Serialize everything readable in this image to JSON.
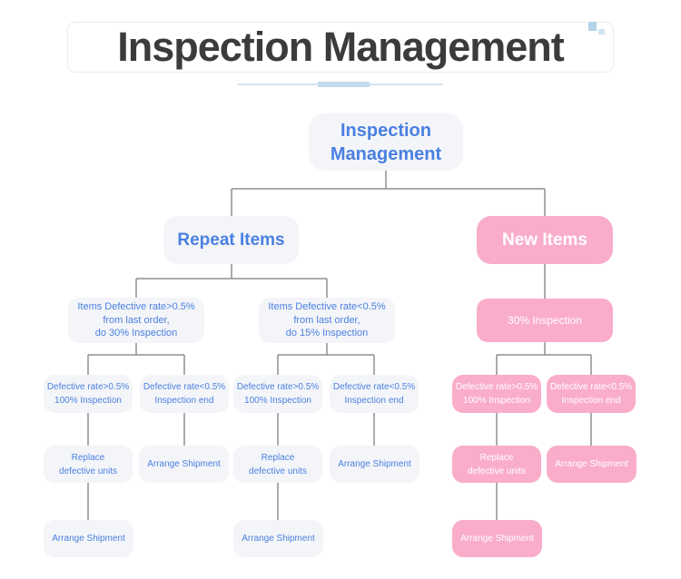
{
  "header": {
    "title": "Inspection Management"
  },
  "colors": {
    "accent_blue": "#4a80e1",
    "pink": "#f9adca",
    "node_bg": "#f4f5f8",
    "connector": "#8f8f8f",
    "title_color": "#3b3b3b",
    "underline_blue": "#c2dbed"
  },
  "tree": {
    "root": {
      "label": "Inspection\nManagement"
    },
    "repeat_items": {
      "label": "Repeat Items",
      "high_rate_branch": {
        "condition": "Items Defective rate>0.5%\nfrom last order,\ndo 30% Inspection",
        "defect_high": "Defective rate>0.5%\n100% Inspection",
        "defect_low": "Defective rate<0.5%\nInspection end",
        "replace": "Replace\ndefective units",
        "arrange_shipment": "Arrange Shipment",
        "arrange_shipment_final": "Arrange Shipment"
      },
      "low_rate_branch": {
        "condition": "Items Defective rate<0.5%\nfrom last order,\ndo 15% Inspection",
        "defect_high": "Defective rate>0.5%\n100% Inspection",
        "defect_low": "Defective rate<0.5%\nInspection end",
        "replace": "Replace\ndefective units",
        "arrange_shipment": "Arrange Shipment",
        "arrange_shipment_final": "Arrange Shipment"
      }
    },
    "new_items": {
      "label": "New Items",
      "inspection": "30% Inspection",
      "defect_high": "Defective rate>0.5%\n100% Inspection",
      "defect_low": "Defective rate<0.5%\nInspection end",
      "replace": "Replace\ndefective units",
      "arrange_shipment": "Arrange Shipment",
      "arrange_shipment_final": "Arrange Shipment"
    }
  }
}
